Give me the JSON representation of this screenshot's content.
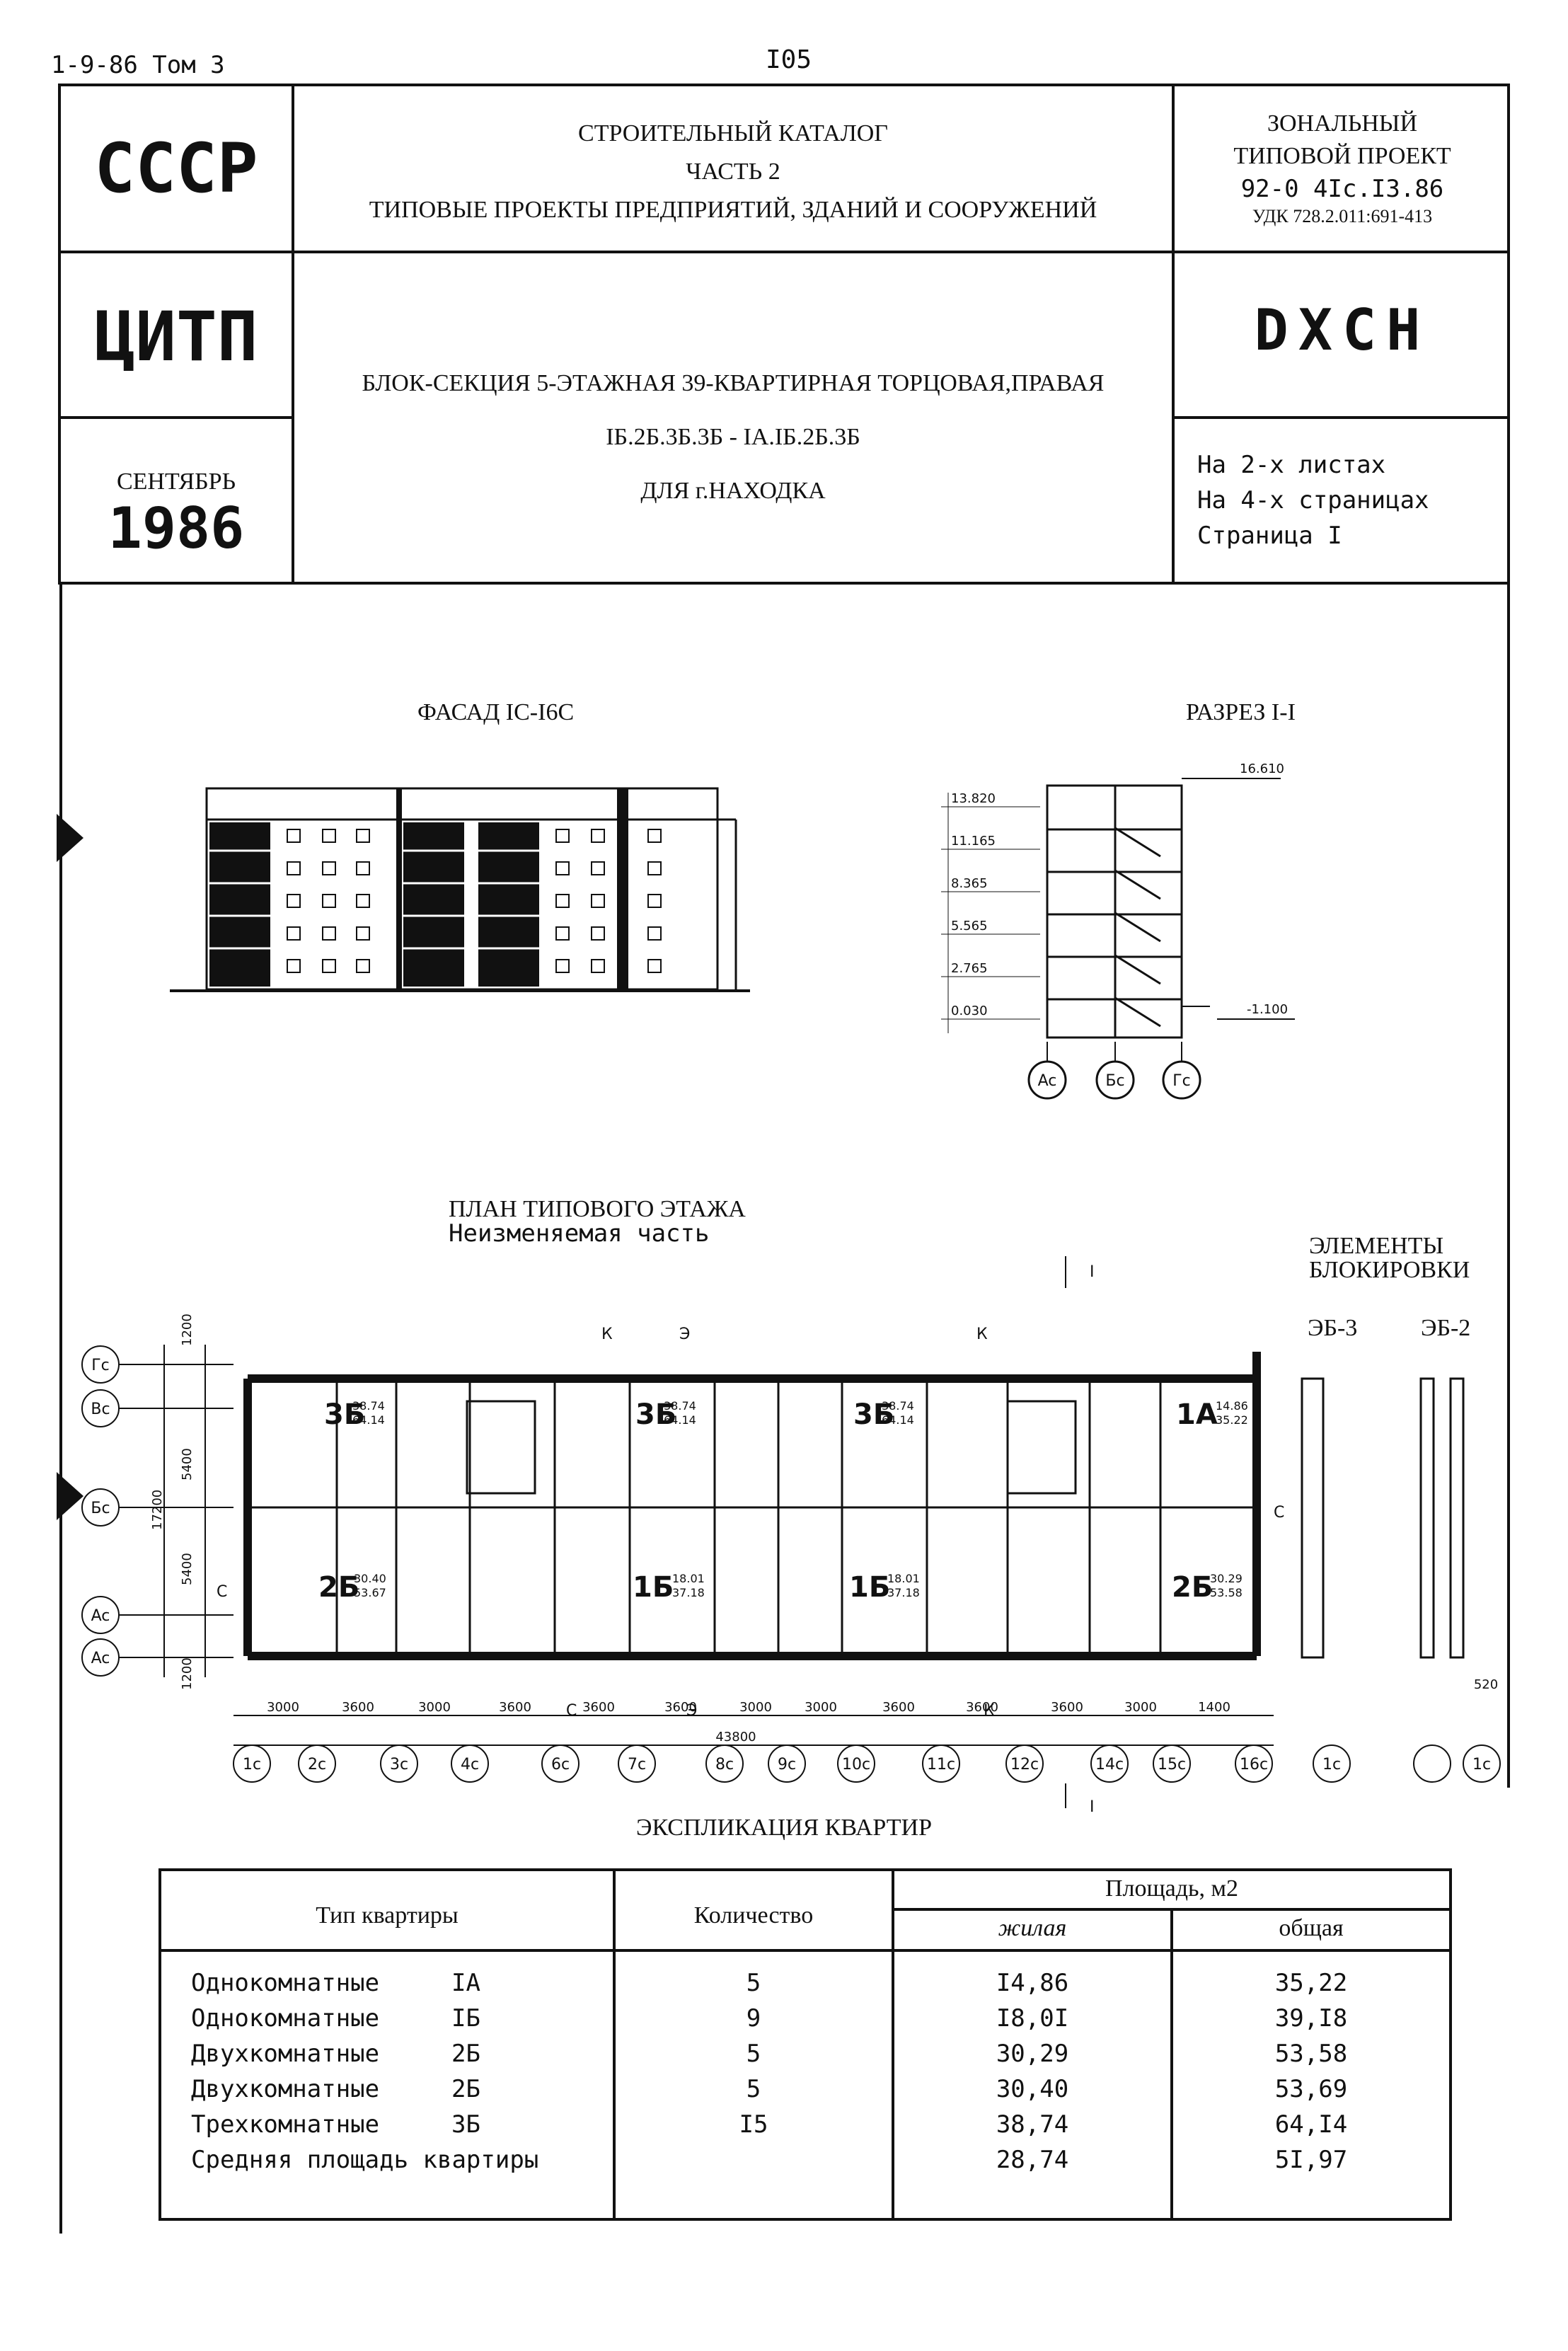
{
  "header_top": {
    "series": "1-9-86 Том 3",
    "page": "I05"
  },
  "header": {
    "country": "СССР",
    "catalog_lines": [
      "СТРОИТЕЛЬНЫЙ КАТАЛОГ",
      "ЧАСТЬ 2",
      "ТИПОВЫЕ ПРОЕКТЫ ПРЕДПРИЯТИЙ, ЗДАНИЙ И СООРУЖЕНИЙ"
    ],
    "project_type_lines": [
      "ЗОНАЛЬНЫЙ",
      "ТИПОВОЙ ПРОЕКТ"
    ],
    "project_code": "92-0 4Ic.I3.86",
    "udk": "УДК 728.2.011:691-413",
    "organization": "ЦИТП",
    "title_lines": [
      "БЛОК-СЕКЦИЯ 5-ЭТАЖНАЯ 39-КВАРТИРНАЯ ТОРЦОВАЯ,ПРАВАЯ",
      "IБ.2Б.3Б.3Б - IA.IБ.2Б.3Б",
      "ДЛЯ г.НАХОДКА"
    ],
    "doc_code": "DXCH",
    "month": "СЕНТЯБРЬ",
    "year": "1986",
    "sheet_info": [
      "На 2-х листах",
      "На 4-х страницах",
      "Страница I"
    ]
  },
  "drawings": {
    "facade_title": "ФАСАД IC-I6C",
    "section_title": "РАЗРЕЗ I-I",
    "section_levels": [
      "16.610",
      "13.820",
      "11.165",
      "8.365",
      "5.565",
      "2.765",
      "0.030",
      "-1.100"
    ],
    "section_axes": [
      "Ac",
      "Бc",
      "Гc"
    ],
    "plan_title": "ПЛАН ТИПОВОГО ЭТАЖА",
    "plan_subtitle": "Неизменяемая часть",
    "blocking_title_lines": [
      "ЭЛЕМЕНТЫ",
      "БЛОКИРОВКИ"
    ],
    "blocking_types": [
      "ЭБ-3",
      "ЭБ-2"
    ],
    "blocking_dim": "520",
    "left_axes": [
      "Гc",
      "Вc",
      "Бc",
      "Ac",
      "Ac"
    ],
    "left_dims": [
      "1200",
      "5400",
      "17200",
      "5400",
      "1200"
    ],
    "bottom_axes": [
      "1c",
      "2c",
      "3c",
      "4c",
      "6c",
      "7c",
      "8c",
      "9c",
      "10c",
      "11c",
      "12c",
      "14c",
      "15c",
      "16c"
    ],
    "bottom_dims": [
      "3000",
      "3600",
      "3000",
      "3600",
      "3600",
      "3600",
      "3000",
      "3000",
      "3600",
      "3600",
      "3600",
      "3000",
      "1400"
    ],
    "overall_dim": "43800",
    "cut_marks": [
      "I",
      "I"
    ],
    "cut_k": [
      "К",
      "К",
      "К"
    ],
    "cut_c": [
      "С",
      "С",
      "С"
    ],
    "cut_e": [
      "Э",
      "Э"
    ],
    "blocking_axis": "1c",
    "apartments": [
      {
        "type": "3Б",
        "living": "38.74",
        "total": "64.14"
      },
      {
        "type": "3Б",
        "living": "38.74",
        "total": "64.14"
      },
      {
        "type": "3Б",
        "living": "38.74",
        "total": "64.14"
      },
      {
        "type": "1А",
        "living": "14.86",
        "total": "35.22"
      },
      {
        "type": "2Б",
        "living": "30.40",
        "total": "53.67"
      },
      {
        "type": "1Б",
        "living": "18.01",
        "total": "37.18"
      },
      {
        "type": "1Б",
        "living": "18.01",
        "total": "37.18"
      },
      {
        "type": "2Б",
        "living": "30.29",
        "total": "53.58"
      }
    ]
  },
  "explication": {
    "title": "ЭКСПЛИКАЦИЯ КВАРТИР",
    "headers": {
      "type": "Тип квартиры",
      "count": "Количество",
      "area": "Площадь, м2",
      "living": "жилая",
      "total": "общая"
    },
    "rows": [
      {
        "name": "Однокомнатные",
        "type": "IA",
        "count": "5",
        "living": "I4,86",
        "total": "35,22"
      },
      {
        "name": "Однокомнатные",
        "type": "IБ",
        "count": "9",
        "living": "I8,0I",
        "total": "39,I8"
      },
      {
        "name": "Двухкомнатные",
        "type": "2Б",
        "count": "5",
        "living": "30,29",
        "total": "53,58"
      },
      {
        "name": "Двухкомнатные",
        "type": "2Б",
        "count": "5",
        "living": "30,40",
        "total": "53,69"
      },
      {
        "name": "Трехкомнатные",
        "type": "3Б",
        "count": "I5",
        "living": "38,74",
        "total": "64,I4"
      },
      {
        "name": "Средняя площадь квартиры",
        "type": "",
        "count": "",
        "living": "28,74",
        "total": "5I,97"
      }
    ]
  }
}
